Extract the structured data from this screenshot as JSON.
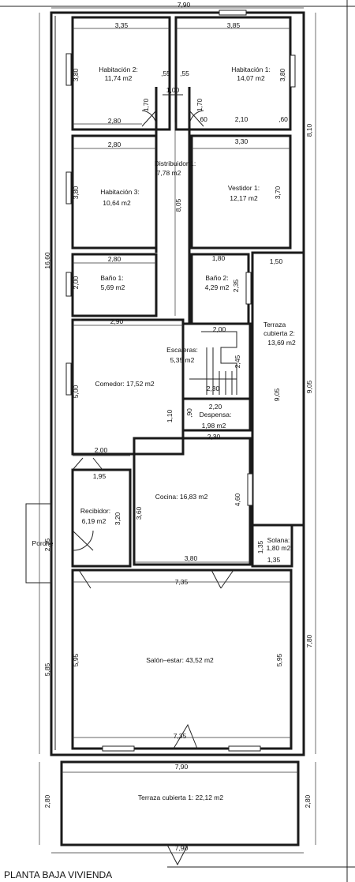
{
  "title": "PLANTA BAJA VIVIENDA",
  "rooms": {
    "habitacion2": {
      "name": "Habitación 2:",
      "area": "11,74 m2"
    },
    "habitacion1": {
      "name": "Habitación 1:",
      "area": "14,07 m2"
    },
    "distribuidor": {
      "name": "Distribuidor 1:",
      "area": "7,78 m2"
    },
    "habitacion3": {
      "name": "Habitación 3:",
      "area": "10,64 m2"
    },
    "vestidor": {
      "name": "Vestidor 1:",
      "area": "12,17 m2"
    },
    "bano1": {
      "name": "Baño 1:",
      "area": "5,69 m2"
    },
    "bano2": {
      "name": "Baño 2:",
      "area": "4,29 m2"
    },
    "terraza2": {
      "name1": "Terraza",
      "name2": "cubierta 2:",
      "area": "13,69 m2"
    },
    "escaleras": {
      "name": "Escaleras:",
      "area": "5,35 m2"
    },
    "comedor": {
      "label": "Comedor: 17,52 m2"
    },
    "despensa": {
      "name": "Despensa:",
      "area": "1,98 m2"
    },
    "cocina": {
      "label": "Cocina: 16,83 m2"
    },
    "recibidor": {
      "name": "Recibidor:",
      "area": "6,19 m2"
    },
    "solana": {
      "name": "Solana:",
      "area": "1,80 m2"
    },
    "porche": {
      "name": "Porche"
    },
    "salon": {
      "label": "Salón–estar: 43,52 m2"
    },
    "terraza1": {
      "label": "Terraza cubierta 1: 22,12 m2"
    }
  },
  "dims": {
    "top_width": "7,90",
    "h2_width": "3,35",
    "h1_width": "3,85",
    "h2_depth": "3,80",
    "h1_depth": "3,80",
    "d055a": ",55",
    "d055b": ",55",
    "d100": "1,00",
    "d170a": "1,70",
    "d170b": "1,70",
    "h2_bottom": "2,80",
    "d60a": ",60",
    "d210": "2,10",
    "d60b": ",60",
    "total_depth_right": "8,10",
    "h3_width": "2,80",
    "vest_width": "3,30",
    "h3_depth": "3,80",
    "dist_len": "8,05",
    "vest_depth": "3,70",
    "total_left": "16,60",
    "b1_width": "2,80",
    "b2_width": "1,80",
    "terr_width": "1,50",
    "b1_depth": "2,00",
    "b2_depth": "2,35",
    "com_width": "2,90",
    "esc_width": "2,00",
    "esc_depth": "2,45",
    "com_depth": "5,00",
    "terr_depth": "9,05",
    "right_905": "9,05",
    "esc_bottom": "2,30",
    "desp_width": "2,20",
    "d090": ",90",
    "d110": "1,10",
    "desp_bottom": "2,30",
    "rec_top": "2,00",
    "rec_width": "1,95",
    "rec_depth": "3,20",
    "coc_depth_l": "3,60",
    "coc_depth_r": "4,60",
    "porche_depth": "2,35",
    "sol_depth": "1,35",
    "sol_width": "1,35",
    "coc_width": "3,80",
    "salon_top": "7,35",
    "salon_depth_l": "5,95",
    "salon_depth_r": "5,95",
    "left_585": "5,85",
    "right_780": "7,80",
    "salon_bottom": "7,35",
    "terr1_width": "7,90",
    "terr1_depth_l": "2,80",
    "terr1_depth_r": "2,80",
    "bottom_width": "7,90"
  }
}
